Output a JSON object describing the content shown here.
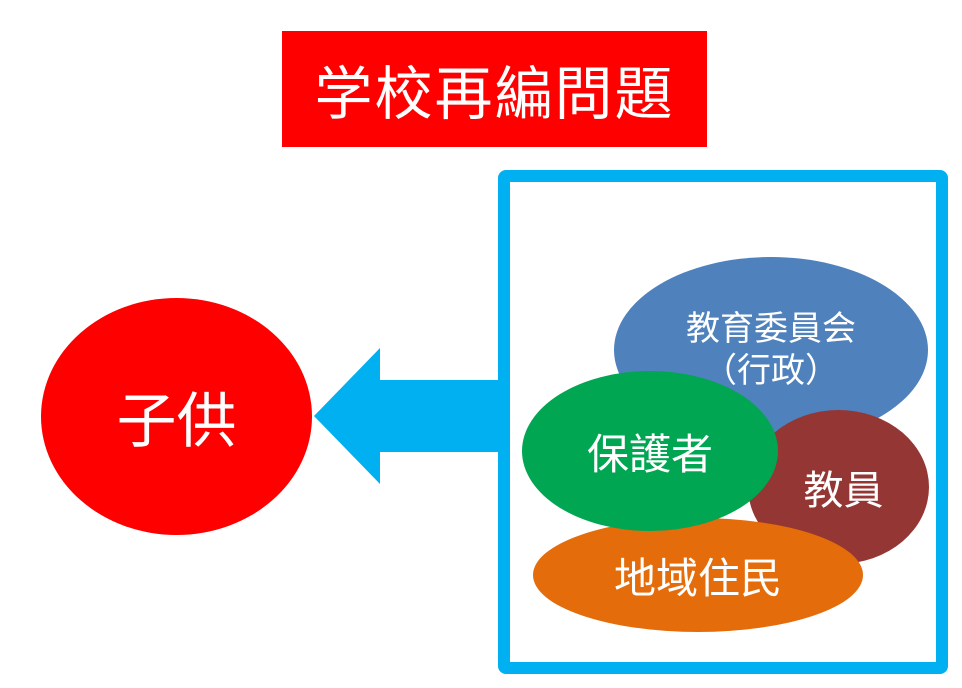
{
  "title": "学校再編問題",
  "child": {
    "label": "子供"
  },
  "stakeholders": {
    "board": {
      "line1": "教育委員会",
      "line2": "（行政）"
    },
    "guardians": "保護者",
    "teachers": "教員",
    "community": "地域住民"
  },
  "colors": {
    "title_bg": "#ff0000",
    "child": "#ff0000",
    "arrow": "#00b0f0",
    "frame": "#00b0f0",
    "board": "#4f81bd",
    "guardians": "#00a651",
    "teachers": "#943634",
    "community": "#e46c0a",
    "text": "#ffffff"
  }
}
